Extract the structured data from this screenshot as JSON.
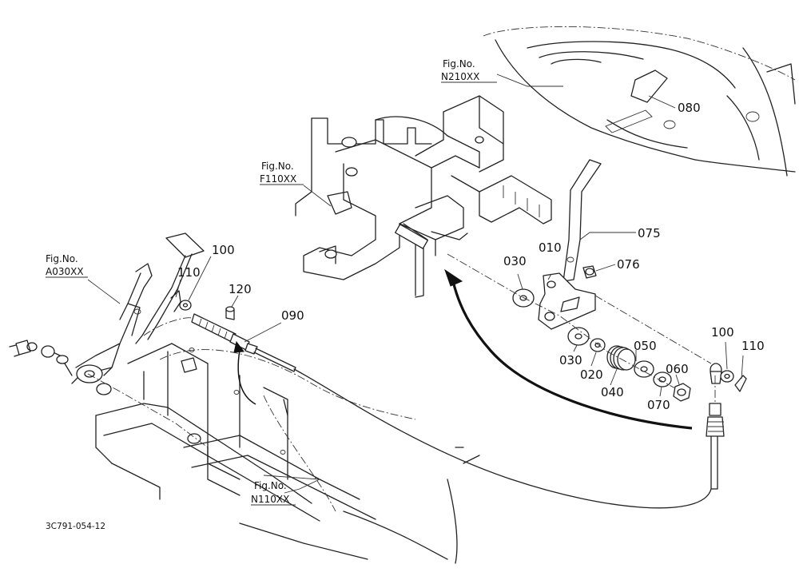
{
  "figure_refs": {
    "n210": {
      "title": "Fig.No.",
      "code": "N210XX"
    },
    "f110": {
      "title": "Fig.No.",
      "code": "F110XX"
    },
    "a030": {
      "title": "Fig.No.",
      "code": "A030XX"
    },
    "n110": {
      "title": "Fig.No.",
      "code": "N110XX"
    }
  },
  "parts": {
    "p080": "080",
    "p075": "075",
    "p076": "076",
    "p010": "010",
    "p030_top": "030",
    "p030_bottom": "030",
    "p020": "020",
    "p040": "040",
    "p050": "050",
    "p060": "060",
    "p070": "070",
    "p100_right": "100",
    "p110_right": "110",
    "p100_left": "100",
    "p110_left": "110",
    "p120": "120",
    "p090": "090"
  },
  "drawing_code": "3C791-054-12"
}
